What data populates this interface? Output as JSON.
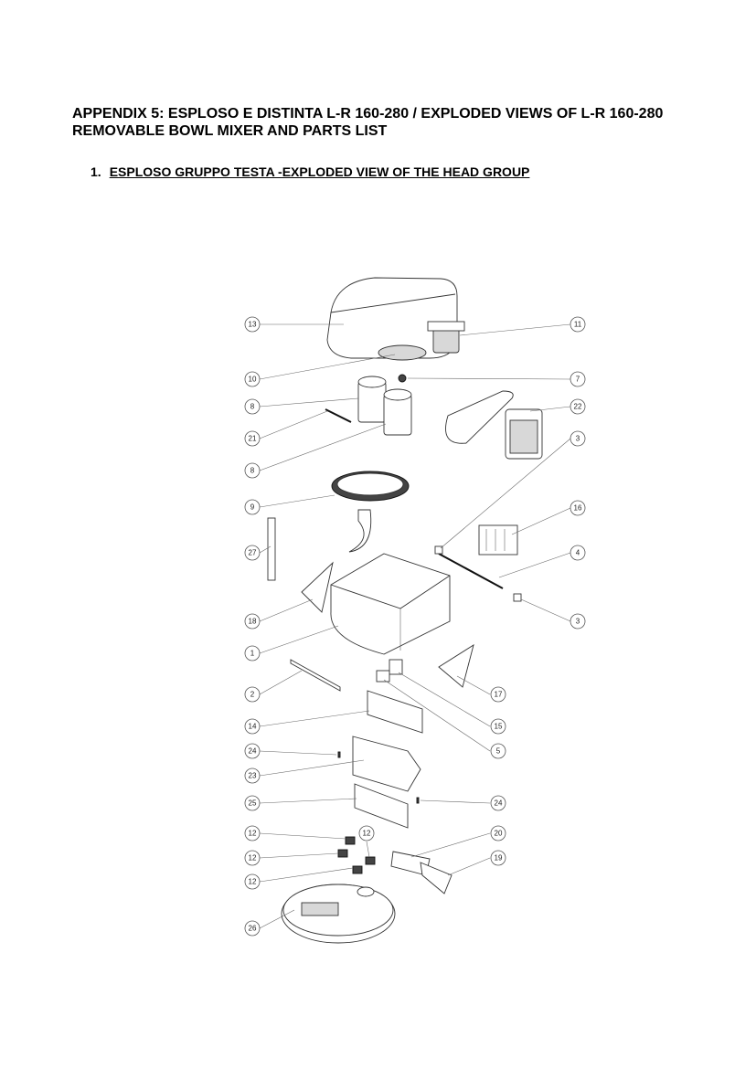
{
  "document": {
    "title_line1": "APPENDIX 5: ESPLOSO E DISTINTA  L-R 160-280 / EXPLODED VIEWS OF L-R 160-280",
    "title_line2": "REMOVABLE BOWL MIXER AND PARTS LIST",
    "section_number": "1.",
    "section_title": "ESPLOSO GRUPPO TESTA -EXPLODED VIEW OF THE HEAD GROUP"
  },
  "diagram": {
    "callouts": [
      "13",
      "11",
      "10",
      "7",
      "8",
      "22",
      "21",
      "3",
      "8",
      "9",
      "16",
      "27",
      "4",
      "3",
      "18",
      "1",
      "2",
      "17",
      "14",
      "15",
      "24",
      "5",
      "23",
      "25",
      "24",
      "12",
      "12",
      "20",
      "12",
      "19",
      "12",
      "26"
    ]
  }
}
